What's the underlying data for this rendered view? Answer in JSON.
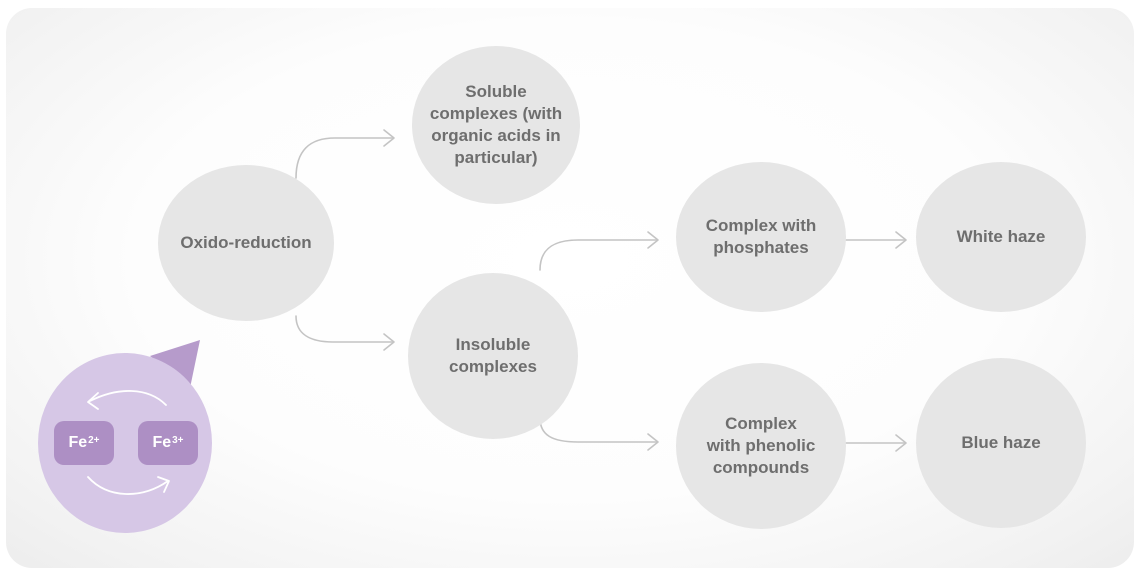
{
  "diagram": {
    "nodes": {
      "oxido_reduction": "Oxido-reduction",
      "soluble_complexes": "Soluble\ncomplexes (with\norganic acids in\nparticular)",
      "insoluble_complexes": "Insoluble\ncomplexes",
      "complex_phosphates": "Complex with\nphosphates",
      "complex_phenolic": "Complex\nwith phenolic\ncompounds",
      "white_haze": "White haze",
      "blue_haze": "Blue haze"
    },
    "iron_cycle": {
      "fe2": {
        "symbol": "Fe",
        "charge": "2+"
      },
      "fe3": {
        "symbol": "Fe",
        "charge": "3+"
      }
    },
    "edges": [
      [
        "oxido_reduction",
        "soluble_complexes"
      ],
      [
        "oxido_reduction",
        "insoluble_complexes"
      ],
      [
        "insoluble_complexes",
        "complex_phosphates"
      ],
      [
        "insoluble_complexes",
        "complex_phenolic"
      ],
      [
        "complex_phosphates",
        "white_haze"
      ],
      [
        "complex_phenolic",
        "blue_haze"
      ]
    ],
    "colors": {
      "node_fill": "#e6e6e6",
      "node_text": "#6e6e6e",
      "arrow": "#c4c4c4",
      "iron_circle": "#d6c7e6",
      "iron_badge": "#ad8fc4",
      "iron_pointer": "#b69bcb"
    }
  }
}
